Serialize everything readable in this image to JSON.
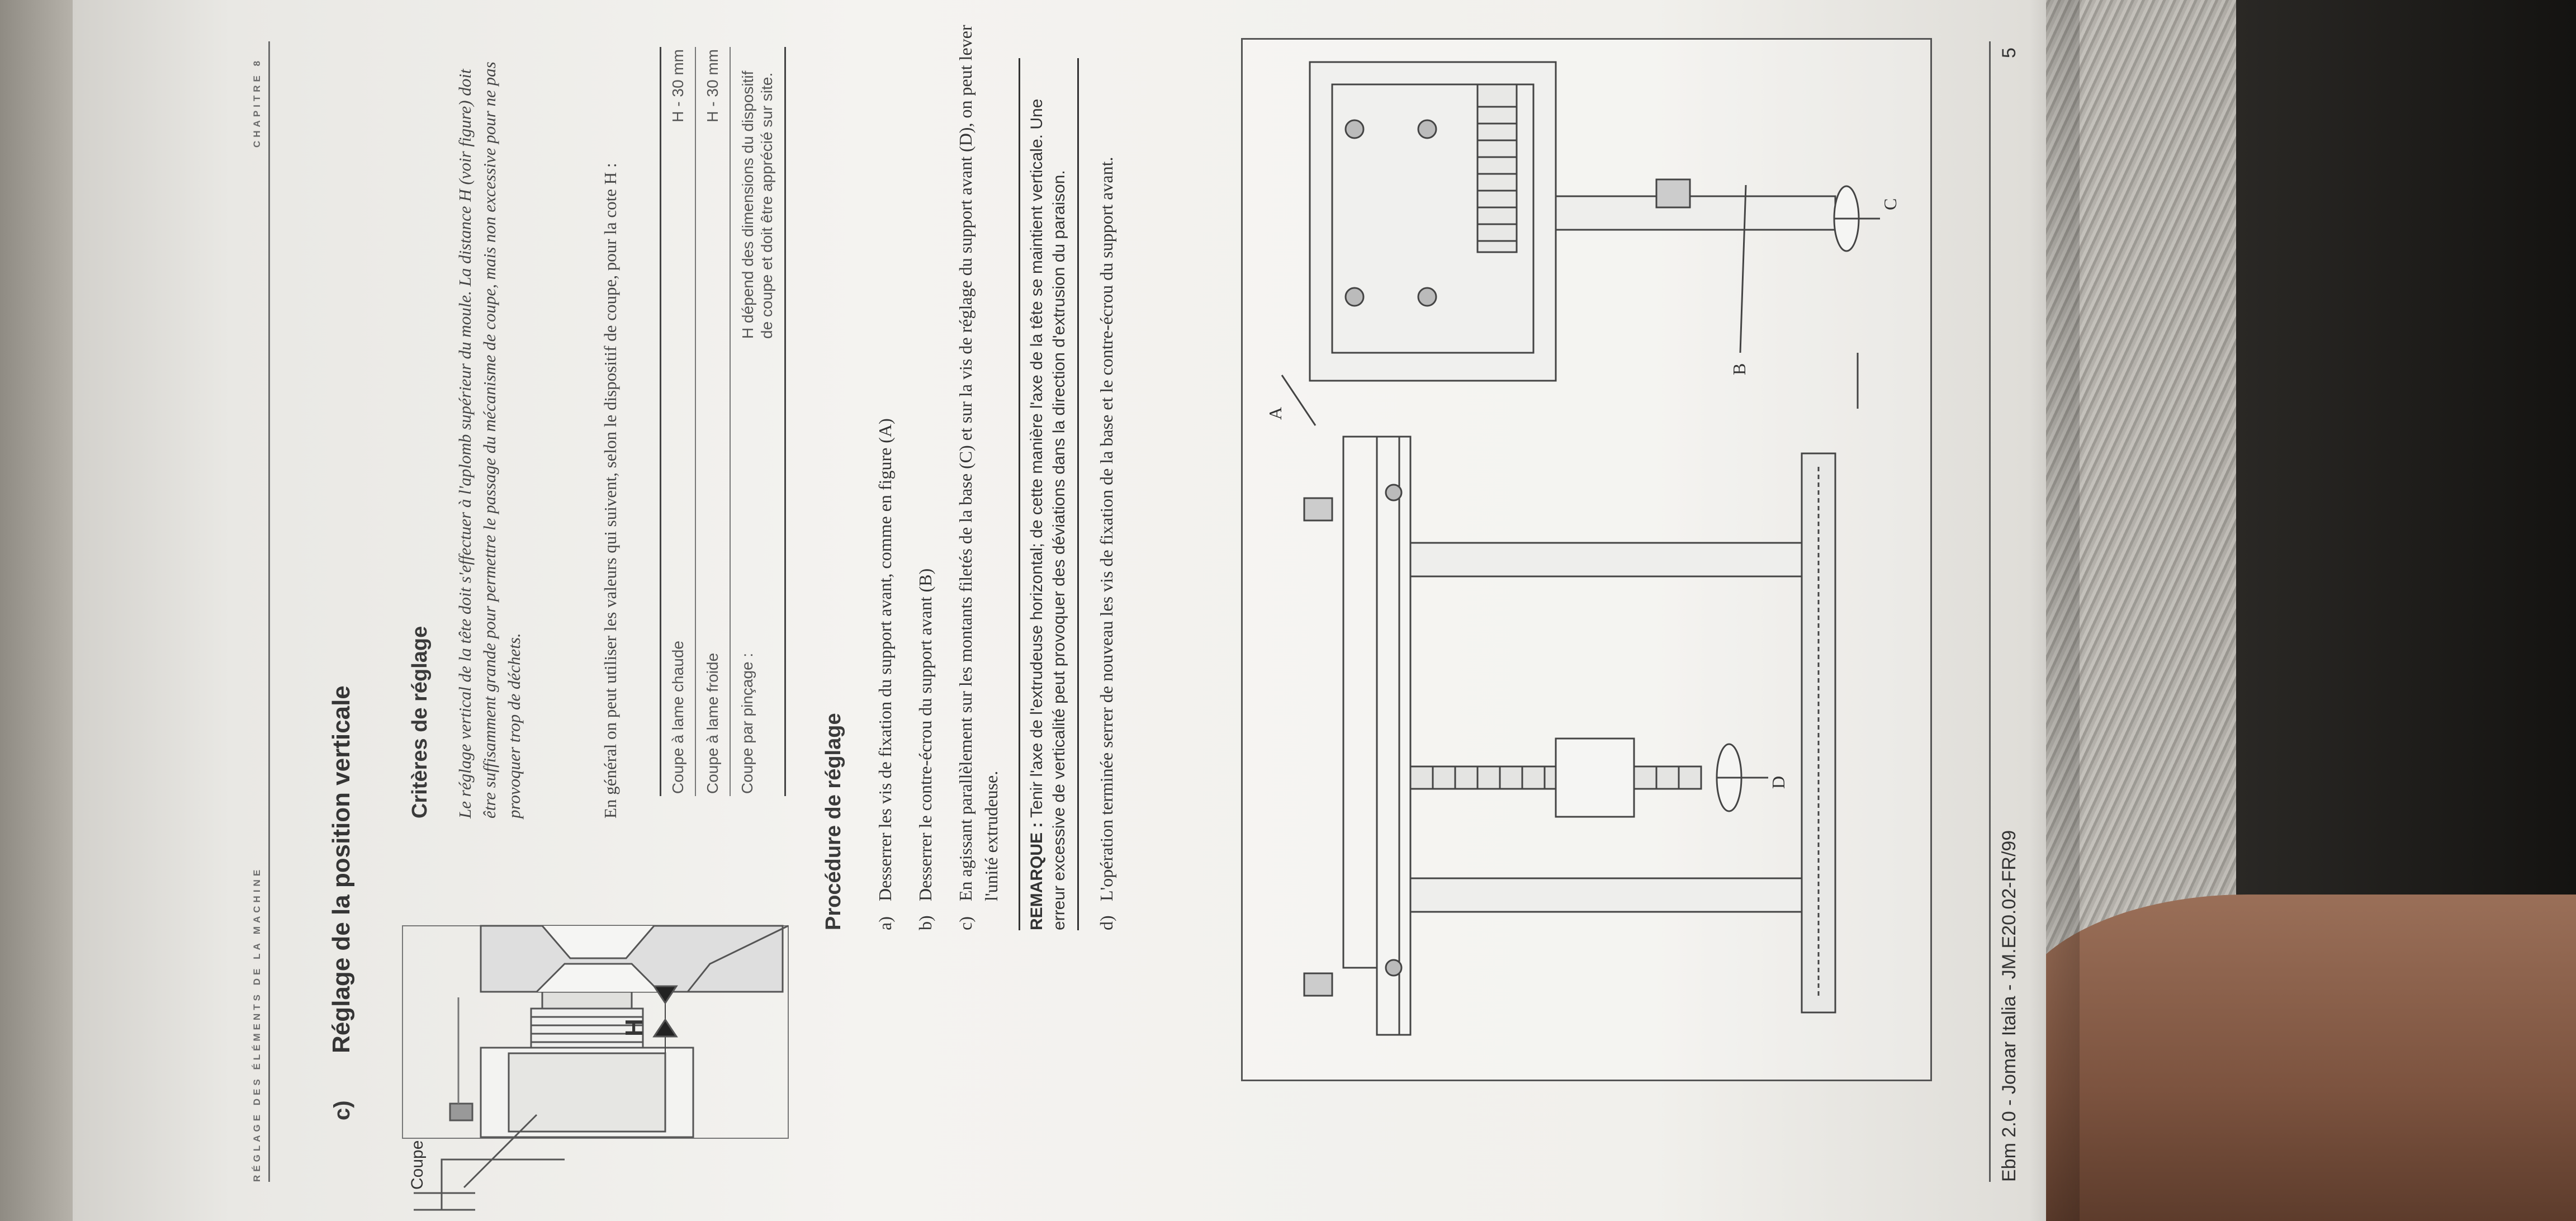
{
  "header": {
    "running_head": "RÉGLAGE DES ÉLÉMENTS DE LA MACHINE",
    "chapter": "CHAPITRE 8"
  },
  "section": {
    "letter": "c)",
    "title": "Réglage de la position verticale"
  },
  "figure_left": {
    "label_coupe": "Coupe",
    "label_h": "H"
  },
  "criteria": {
    "title": "Critères de réglage",
    "paragraph": "Le réglage vertical de la tête doit s'effectuer à l'aplomb supérieur du moule. La distance H (voir figure) doit être suffisamment grande pour permettre le passage du mécanisme de coupe, mais non excessive pour ne pas provoquer trop de déchets.",
    "intro": "En général on peut utiliser les valeurs qui suivent, selon le dispositif de coupe, pour la cote H :",
    "rows": [
      {
        "method": "Coupe à lame chaude",
        "value": "H - 30 mm"
      },
      {
        "method": "Coupe à lame froide",
        "value": "H - 30 mm"
      },
      {
        "method": "Coupe par pinçage :",
        "value": "H dépend des dimensions du dispositif de coupe et doit être apprécié sur site."
      }
    ]
  },
  "procedure": {
    "title": "Procédure de réglage",
    "steps": [
      {
        "letter": "a)",
        "text": "Desserrer les vis de fixation du support avant, comme en figure (A)"
      },
      {
        "letter": "b)",
        "text": "Desserrer le contre-écrou du support avant (B)"
      },
      {
        "letter": "c)",
        "text": "En agissant parallèlement sur les montants filetés de la base (C) et sur la vis de réglage du support avant (D), on peut lever l'unité extrudeuse."
      }
    ],
    "remark_label": "REMARQUE :",
    "remark_text": " Tenir l'axe de l'extrudeuse horizontal; de cette manière l'axe de la tête se maintient verticale. Une erreur excessive de verticalité peut provoquer des déviations dans la direction d'extrusion du paraison.",
    "final_step": {
      "letter": "d)",
      "text": "L'opération terminée serrer de nouveau les vis de fixation de la base et le contre-écrou du support avant."
    }
  },
  "figure_machine": {
    "label_a": "A",
    "label_b": "B",
    "label_c": "C",
    "label_d": "D"
  },
  "footer": {
    "left": "Ebm 2.0 - Jomar Italia  -  JM.E20.02-FR/99",
    "page_number": "5"
  }
}
